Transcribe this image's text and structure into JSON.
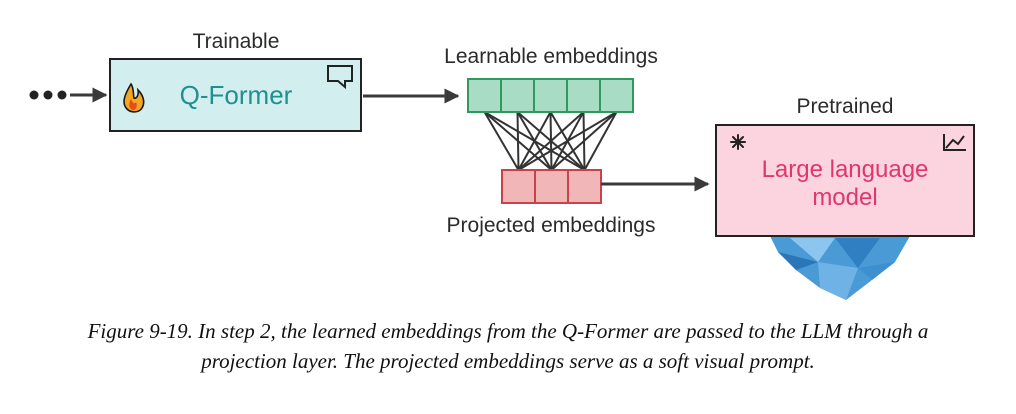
{
  "labels": {
    "trainable": "Trainable",
    "qformer": "Q-Former",
    "learnable": "Learnable embeddings",
    "projected": "Projected embeddings",
    "pretrained": "Pretrained",
    "llm_line1": "Large language",
    "llm_line2": "model"
  },
  "caption": {
    "line1": "Figure 9-19. In step 2, the learned embeddings from the Q-Former are passed to the LLM through a",
    "line2": "projection layer. The projected embeddings serve as a soft visual prompt."
  },
  "embeddings": {
    "learnable_count": 5,
    "projected_count": 3
  },
  "colors": {
    "qformer_fill": "#d3eeee",
    "qformer_text": "#1f8f8f",
    "learnable_fill": "#a9dcc4",
    "learnable_stroke": "#2e9a5e",
    "projected_fill": "#f0b6b8",
    "projected_stroke": "#c94149",
    "llm_fill": "#fbd4df",
    "llm_text": "#e0366f",
    "ice": "#4a9ad6",
    "stroke": "#2b2b2b"
  },
  "icons": [
    "fire-icon",
    "chat-icon",
    "snowflake-icon",
    "chart-icon",
    "ice-icon"
  ]
}
